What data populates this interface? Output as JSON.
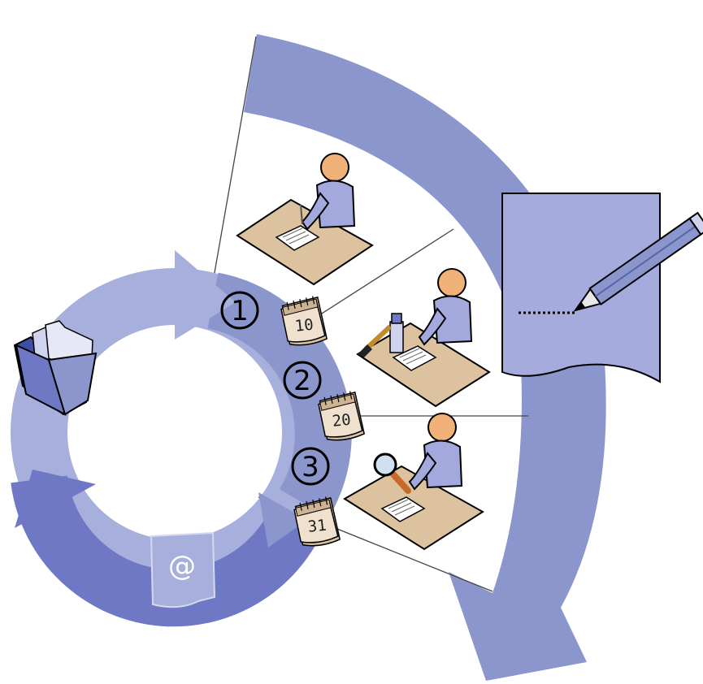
{
  "steps": [
    {
      "number": "1",
      "day": "10"
    },
    {
      "number": "2",
      "day": "20"
    },
    {
      "number": "3",
      "day": "31"
    }
  ],
  "email_symbol": "@",
  "colors": {
    "arrow_main": "#8a96cc",
    "ring_light": "#a7afdc",
    "ring_dark": "#6e78c4",
    "skin": "#f1b27a",
    "shirt": "#a3a8dd",
    "desk": "#dcc29f",
    "paper": "#a6abdd"
  },
  "icons": [
    "folder-icon",
    "calendar-icon",
    "email-icon",
    "pencil-icon",
    "person-writing-icon",
    "person-painting-icon",
    "person-inspecting-icon",
    "magnifier-icon"
  ]
}
